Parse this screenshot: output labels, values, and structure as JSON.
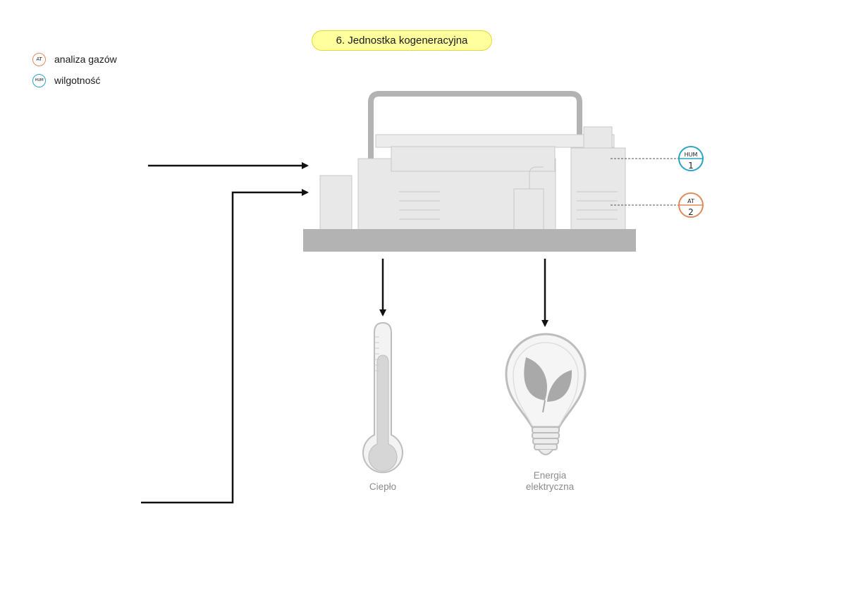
{
  "title": "6. Jednostka kogeneracyjna",
  "legend": {
    "items": [
      {
        "badge": "AT",
        "label": "analiza gazów",
        "color": "#e08a5a"
      },
      {
        "badge": "HUM",
        "label": "wilgotność",
        "color": "#2aa3c4"
      }
    ]
  },
  "sensors": [
    {
      "type": "HUM",
      "number": "1",
      "color": "#2aa3c4"
    },
    {
      "type": "AT",
      "number": "2",
      "color": "#e08a5a"
    }
  ],
  "outputs": {
    "heat_label": "Ciepło",
    "electric_label_line1": "Energia",
    "electric_label_line2": "elektryczna"
  },
  "icons": [
    "thermometer-icon",
    "light-bulb-icon",
    "leaf-icon"
  ]
}
